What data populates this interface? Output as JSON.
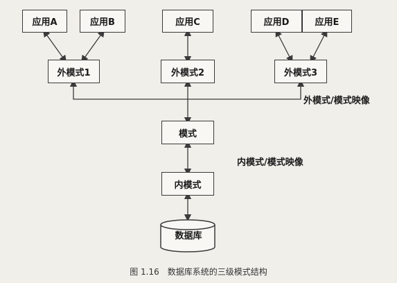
{
  "apps": [
    "应用A",
    "应用B",
    "应用C",
    "应用D",
    "应用E"
  ],
  "external_schemas": [
    "外模式1",
    "外模式2",
    "外模式3"
  ],
  "schema": "模式",
  "internal_schema": "内模式",
  "database": "数据库",
  "mapping_labels": {
    "external_conceptual": "外模式/模式映像",
    "conceptual_internal": "内模式/模式映像"
  },
  "caption": "图 1.16　数据库系统的三级模式结构",
  "colors": {
    "line": "#3a3a3a",
    "background": "#f1efea",
    "box_fill": "#f8f7f3"
  }
}
